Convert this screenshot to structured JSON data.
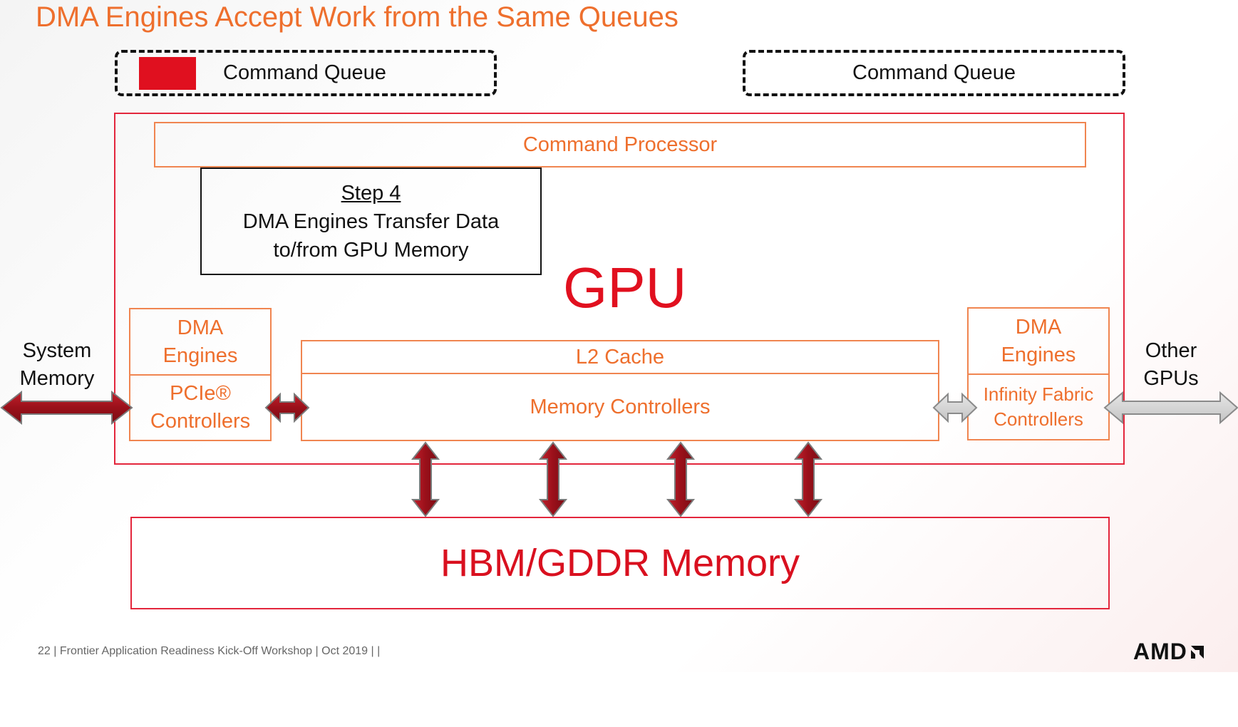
{
  "slide": {
    "title": "DMA Engines Accept Work from the Same Queues",
    "left_queue_label": "Command Queue",
    "right_queue_label": "Command Queue",
    "command_processor": "Command Processor",
    "step": {
      "heading": "Step 4",
      "line1": "DMA Engines Transfer Data",
      "line2": "to/from GPU Memory"
    },
    "gpu_label": "GPU",
    "left_dma": {
      "line1": "DMA",
      "line2": "Engines"
    },
    "left_controllers": {
      "line1": "PCIe®",
      "line2": "Controllers"
    },
    "l2_cache": "L2 Cache",
    "memory_controllers": "Memory Controllers",
    "right_dma": {
      "line1": "DMA",
      "line2": "Engines"
    },
    "right_controllers": {
      "line1": "Infinity Fabric",
      "line2": "Controllers"
    },
    "system_memory": {
      "line1": "System",
      "line2": "Memory"
    },
    "other_gpus": {
      "line1": "Other",
      "line2": "GPUs"
    },
    "hbm_label": "HBM/GDDR Memory",
    "footer": "22   | Frontier Application Readiness Kick-Off Workshop | Oct 2019 |  |",
    "logo": "AMD"
  },
  "colors": {
    "title_orange": "#ee6f2d",
    "box_orange": "#f08550",
    "gpu_red": "#e1101f",
    "arrow_dark_red": "#a3121d",
    "arrow_gray": "#d0d0d0",
    "legend_red": "#e0101f"
  }
}
